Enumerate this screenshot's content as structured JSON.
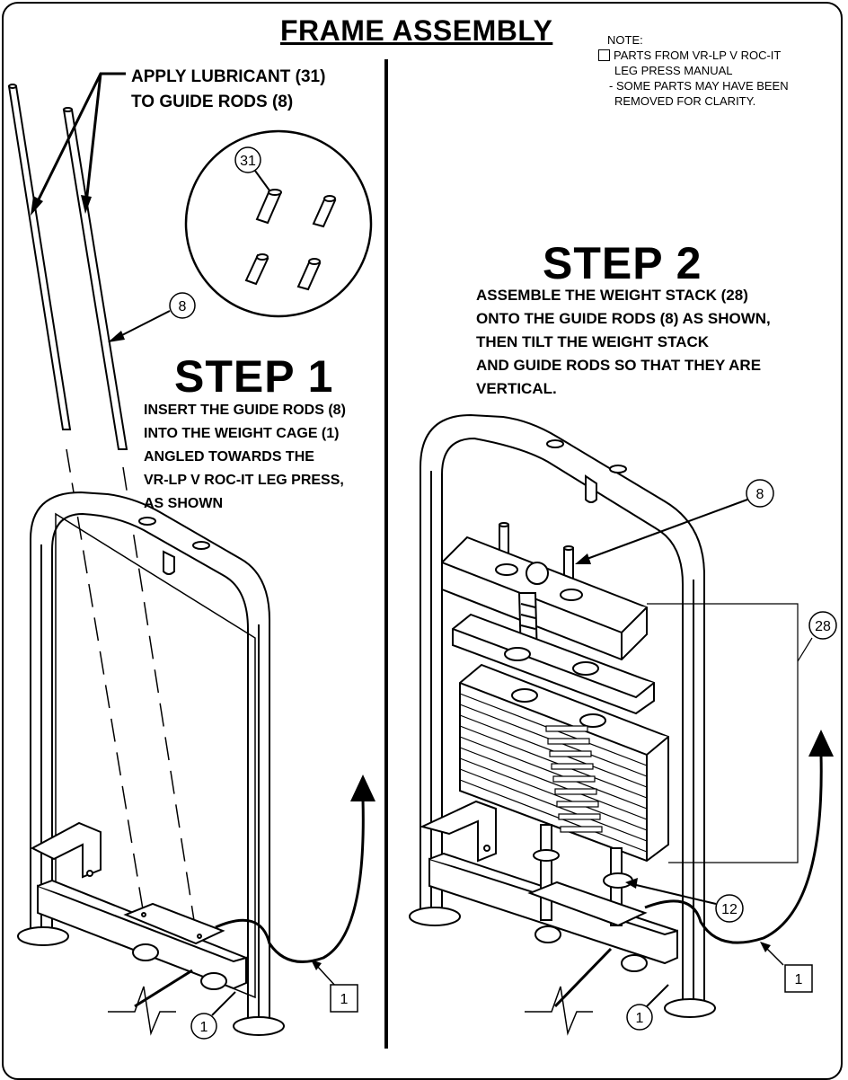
{
  "title": "FRAME ASSEMBLY",
  "note": {
    "heading": "NOTE:",
    "line1": "PARTS FROM VR-LP V ROC-IT",
    "line2": "LEG PRESS MANUAL",
    "line3": "- SOME PARTS MAY HAVE BEEN",
    "line4": "REMOVED FOR CLARITY."
  },
  "lubricant": {
    "line1": "APPLY LUBRICANT (31)",
    "line2": "TO GUIDE RODS (8)"
  },
  "step1": {
    "title": "STEP 1",
    "lines": [
      "INSERT THE GUIDE RODS (8)",
      "INTO THE WEIGHT CAGE (1)",
      "ANGLED TOWARDS THE",
      "VR-LP V ROC-IT LEG PRESS,",
      "AS SHOWN"
    ]
  },
  "step2": {
    "title": "STEP 2",
    "lines": [
      "ASSEMBLE THE WEIGHT STACK (28)",
      "ONTO THE GUIDE RODS (8) AS SHOWN,",
      "THEN TILT THE WEIGHT STACK",
      "AND GUIDE RODS SO THAT THEY ARE",
      "VERTICAL."
    ]
  },
  "callouts": {
    "c31": "31",
    "c8_step1": "8",
    "c1_step1": "1",
    "c1_box_step1": "1",
    "c8_step2": "8",
    "c28": "28",
    "c12": "12",
    "c1_step2": "1",
    "c1_box_step2": "1"
  }
}
